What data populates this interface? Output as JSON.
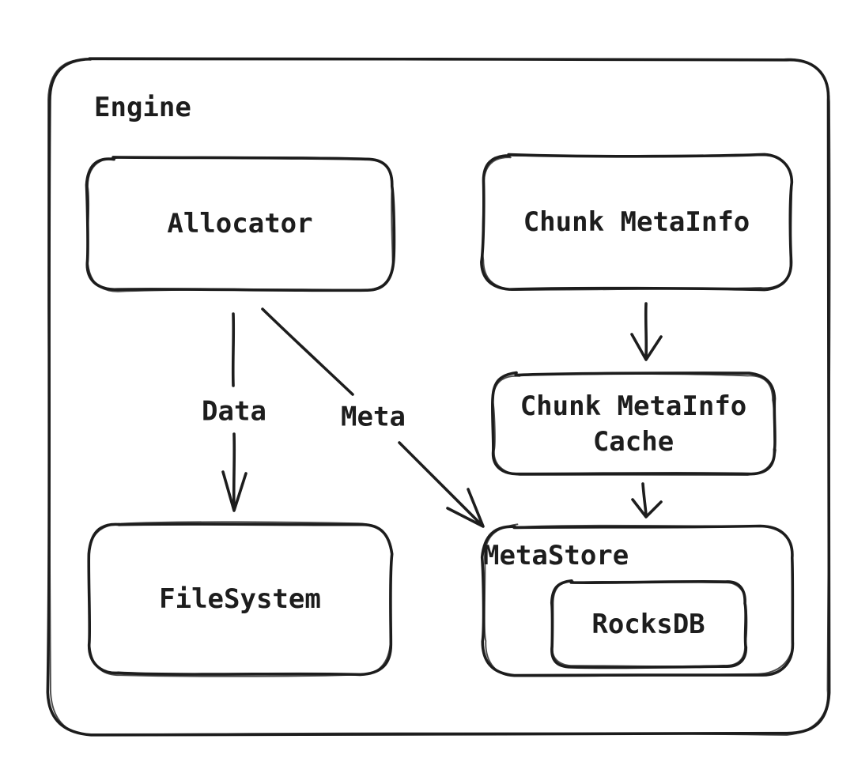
{
  "diagram": {
    "container": {
      "label": "Engine"
    },
    "nodes": {
      "allocator": {
        "label": "Allocator"
      },
      "chunk_metainfo": {
        "label": "Chunk MetaInfo"
      },
      "chunk_metainfo_cache": {
        "line1": "Chunk MetaInfo",
        "line2": "Cache"
      },
      "filesystem": {
        "label": "FileSystem"
      },
      "metastore": {
        "label": "MetaStore"
      },
      "rocksdb": {
        "label": "RocksDB"
      }
    },
    "edges": [
      {
        "from": "Allocator",
        "to": "FileSystem",
        "label": "Data"
      },
      {
        "from": "Allocator",
        "to": "MetaStore",
        "label": "Meta"
      },
      {
        "from": "Chunk MetaInfo",
        "to": "Chunk MetaInfo Cache",
        "label": ""
      },
      {
        "from": "Chunk MetaInfo Cache",
        "to": "MetaStore",
        "label": ""
      }
    ],
    "colors": {
      "stroke": "#1d1d1d",
      "background": "#ffffff"
    }
  }
}
